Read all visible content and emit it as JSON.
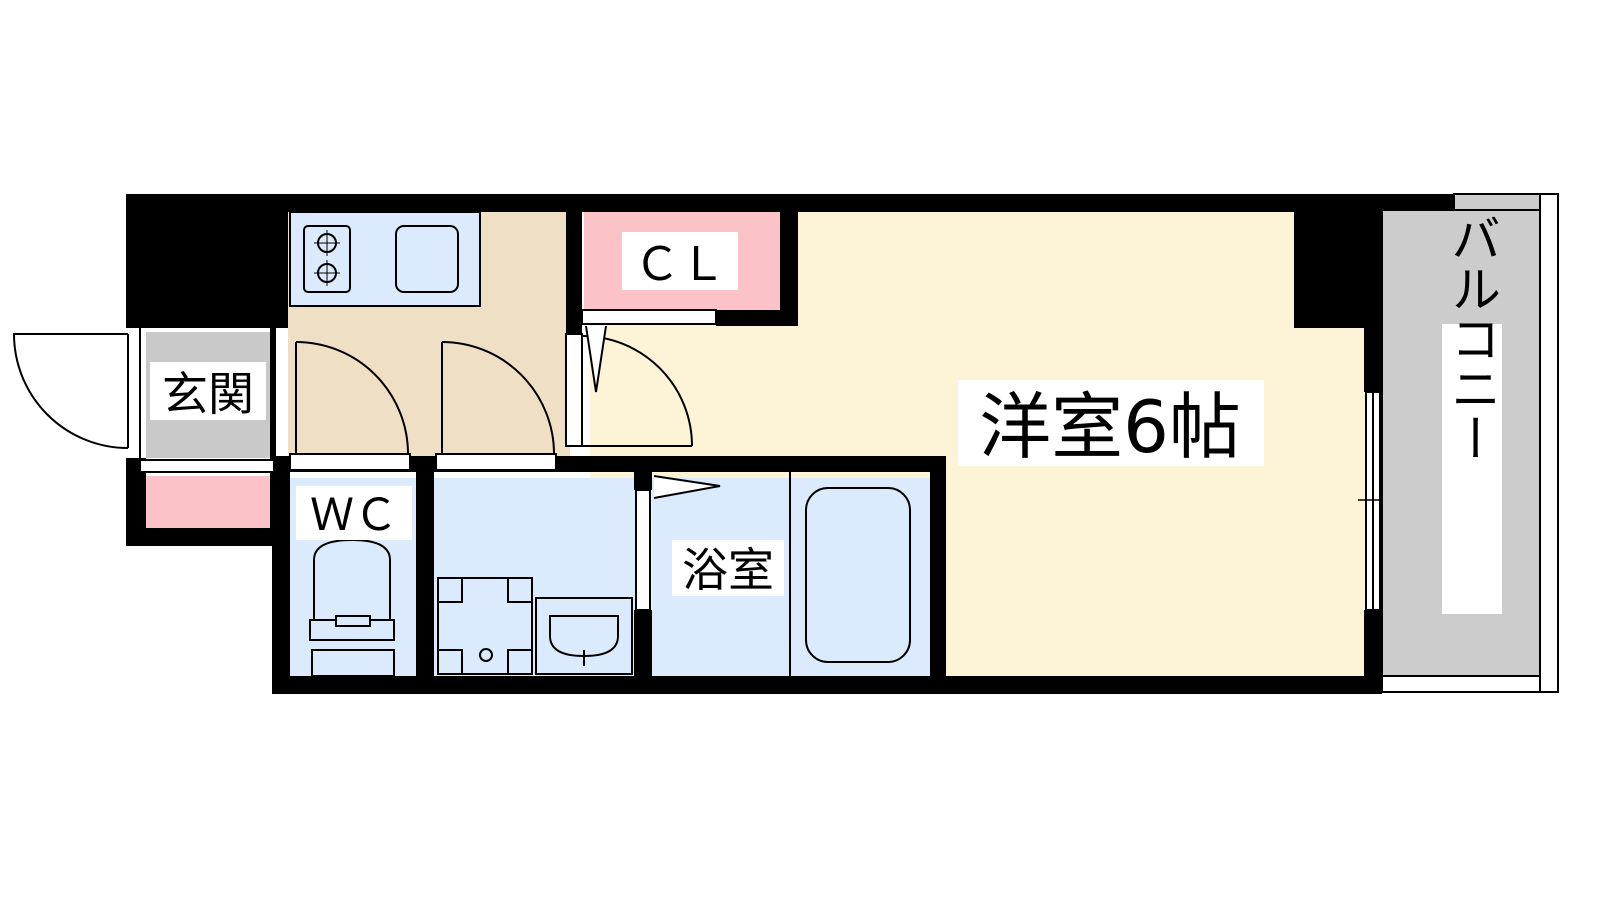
{
  "rooms": {
    "genkan": "玄関",
    "cl": "ＣＬ",
    "wc": "ＷＣ",
    "bath": "浴室",
    "western": "洋室6帖",
    "balcony": "バルコニー"
  },
  "colors": {
    "wall": "#000000",
    "western_room": "#fdf3d6",
    "kitchen": "#efdfc4",
    "wet_area": "#dbeafc",
    "closet": "#fbc3c8",
    "entrance": "#c9c9c9",
    "balcony": "#cccccc"
  }
}
